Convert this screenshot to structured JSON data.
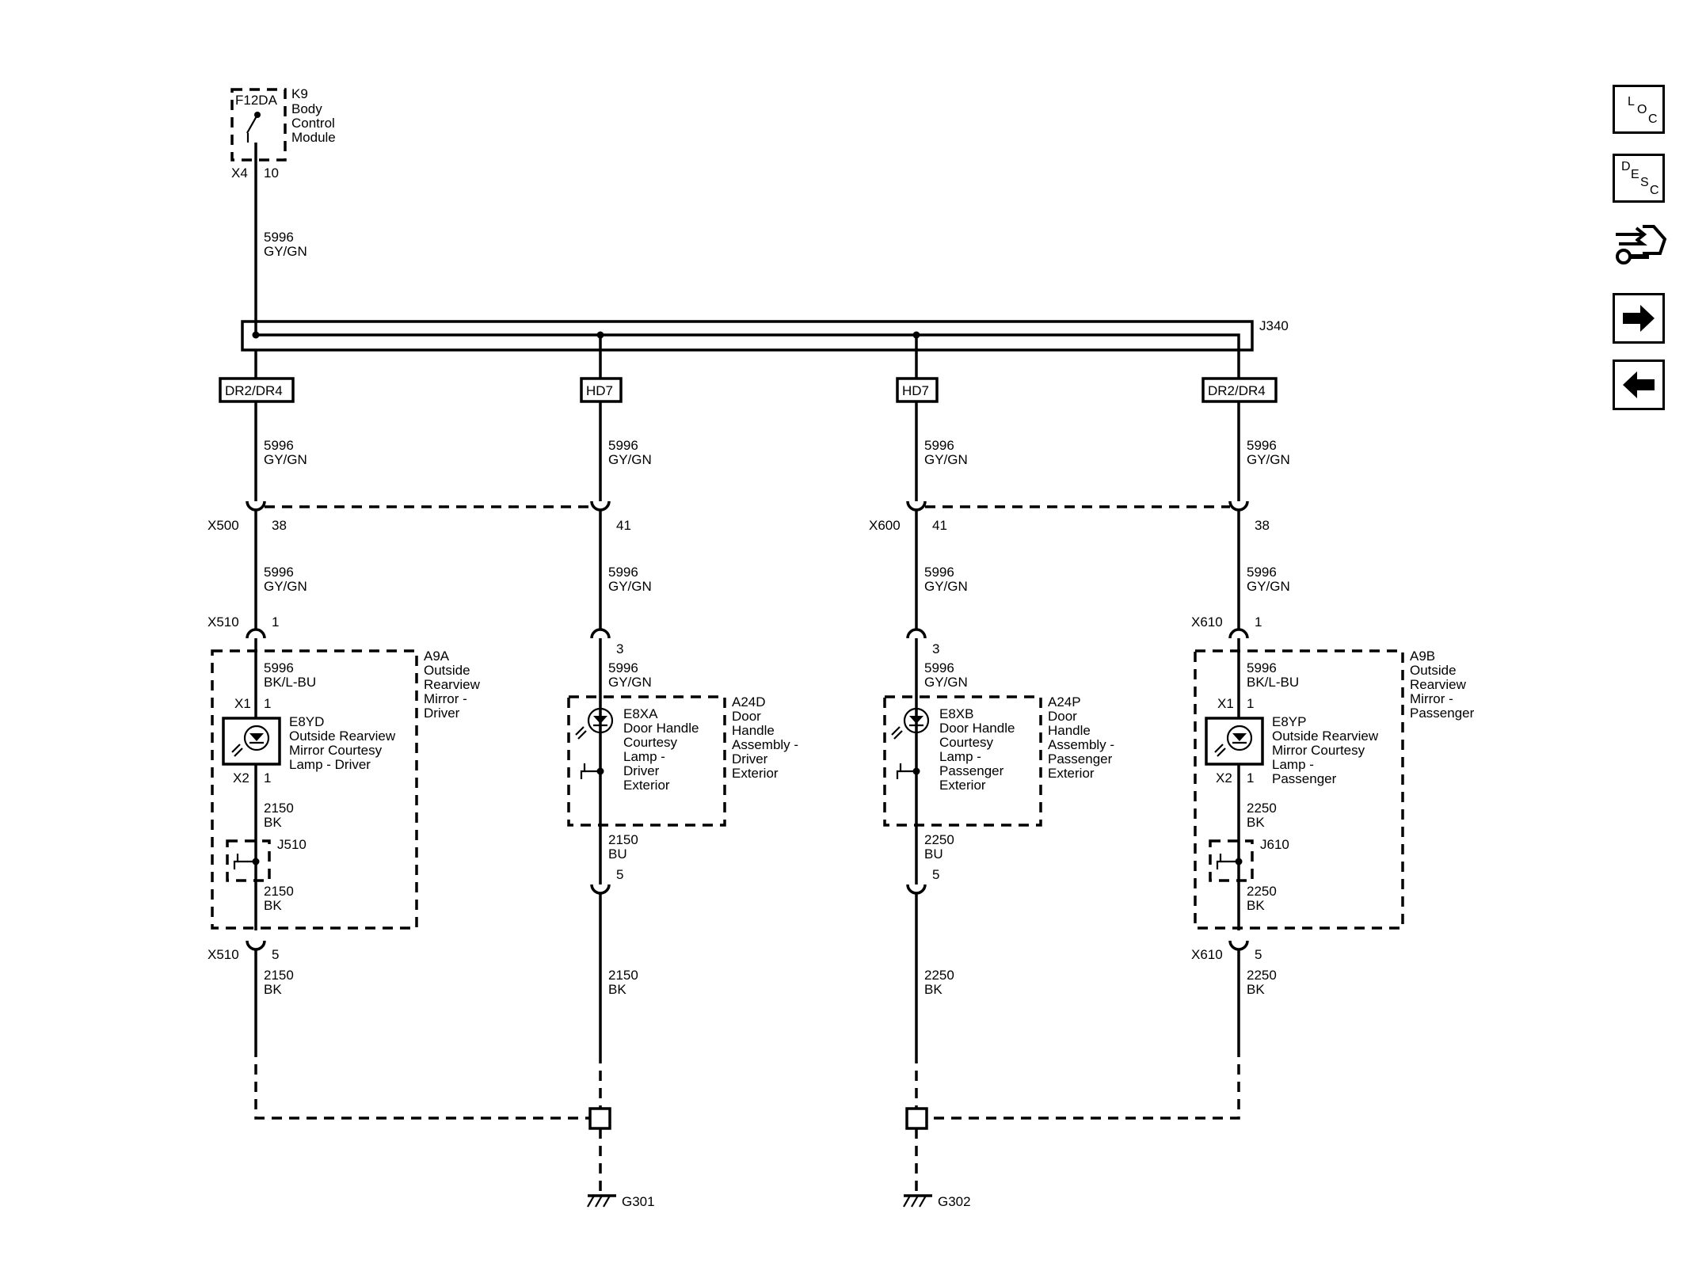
{
  "module": {
    "fuse": "F12DA",
    "ref": "K9",
    "name_lines": [
      "Body",
      "Control",
      "Module"
    ],
    "connector": "X4",
    "pin": "10"
  },
  "trunk_wire": {
    "circuit": "5996",
    "color": "GY/GN"
  },
  "splice": "J340",
  "branches": [
    {
      "option": "DR2/DR4",
      "wire1": {
        "circuit": "5996",
        "color": "GY/GN"
      },
      "conn1_label": "X500",
      "conn1_pin": "38",
      "wire2": {
        "circuit": "5996",
        "color": "GY/GN"
      },
      "conn2_label": "X510",
      "conn2_pin": "1",
      "wire3": {
        "circuit": "5996",
        "color": "BK/L-BU"
      },
      "assembly": {
        "ref": "A9A",
        "name_lines": [
          "Outside",
          "Rearview",
          "Mirror -",
          "Driver"
        ]
      },
      "lamp": {
        "ref": "E8YD",
        "name_lines": [
          "Outside Rearview",
          "Mirror Courtesy",
          "Lamp - Driver"
        ],
        "x1": "X1",
        "p1": "1",
        "x2": "X2",
        "p2": "1"
      },
      "wire4": {
        "circuit": "2150",
        "color": "BK"
      },
      "splice": "J510",
      "wire5": {
        "circuit": "2150",
        "color": "BK"
      },
      "conn3_label": "X510",
      "conn3_pin": "5",
      "wire6": {
        "circuit": "2150",
        "color": "BK"
      }
    },
    {
      "option": "HD7",
      "wire1": {
        "circuit": "5996",
        "color": "GY/GN"
      },
      "conn1_label": "",
      "conn1_pin": "41",
      "wire2": {
        "circuit": "5996",
        "color": "GY/GN"
      },
      "conn2_pin": "3",
      "wire3": {
        "circuit": "5996",
        "color": "GY/GN"
      },
      "assembly": {
        "ref": "A24D",
        "name_lines": [
          "Door",
          "Handle",
          "Assembly -",
          "Driver",
          "Exterior"
        ]
      },
      "lamp": {
        "ref": "E8XA",
        "name_lines": [
          "Door Handle",
          "Courtesy",
          "Lamp -",
          "Driver",
          "Exterior"
        ]
      },
      "wire4": {
        "circuit": "2150",
        "color": "BU"
      },
      "conn3_pin": "5",
      "wire5": {
        "circuit": "2150",
        "color": "BK"
      }
    },
    {
      "option": "HD7",
      "wire1": {
        "circuit": "5996",
        "color": "GY/GN"
      },
      "conn1_label": "X600",
      "conn1_pin": "41",
      "wire2": {
        "circuit": "5996",
        "color": "GY/GN"
      },
      "conn2_pin": "3",
      "wire3": {
        "circuit": "5996",
        "color": "GY/GN"
      },
      "assembly": {
        "ref": "A24P",
        "name_lines": [
          "Door",
          "Handle",
          "Assembly -",
          "Passenger",
          "Exterior"
        ]
      },
      "lamp": {
        "ref": "E8XB",
        "name_lines": [
          "Door Handle",
          "Courtesy",
          "Lamp -",
          "Passenger",
          "Exterior"
        ]
      },
      "wire4": {
        "circuit": "2250",
        "color": "BU"
      },
      "conn3_pin": "5",
      "wire5": {
        "circuit": "2250",
        "color": "BK"
      }
    },
    {
      "option": "DR2/DR4",
      "wire1": {
        "circuit": "5996",
        "color": "GY/GN"
      },
      "conn1_label": "",
      "conn1_pin": "38",
      "wire2": {
        "circuit": "5996",
        "color": "GY/GN"
      },
      "conn2_label": "X610",
      "conn2_pin": "1",
      "wire3": {
        "circuit": "5996",
        "color": "BK/L-BU"
      },
      "assembly": {
        "ref": "A9B",
        "name_lines": [
          "Outside",
          "Rearview",
          "Mirror -",
          "Passenger"
        ]
      },
      "lamp": {
        "ref": "E8YP",
        "name_lines": [
          "Outside Rearview",
          "Mirror Courtesy",
          "Lamp -",
          "Passenger"
        ],
        "x1": "X1",
        "p1": "1",
        "x2": "X2",
        "p2": "1"
      },
      "wire4": {
        "circuit": "2250",
        "color": "BK"
      },
      "splice": "J610",
      "wire5": {
        "circuit": "2250",
        "color": "BK"
      },
      "conn3_label": "X610",
      "conn3_pin": "5",
      "wire6": {
        "circuit": "2250",
        "color": "BK"
      }
    }
  ],
  "grounds": [
    "G301",
    "G302"
  ],
  "nav": {
    "loc": [
      "L",
      "O",
      "C"
    ],
    "desc": [
      "D",
      "E",
      "S",
      "C"
    ],
    "icons": [
      "connector-tool-icon",
      "arrow-right-icon",
      "arrow-left-icon"
    ]
  }
}
